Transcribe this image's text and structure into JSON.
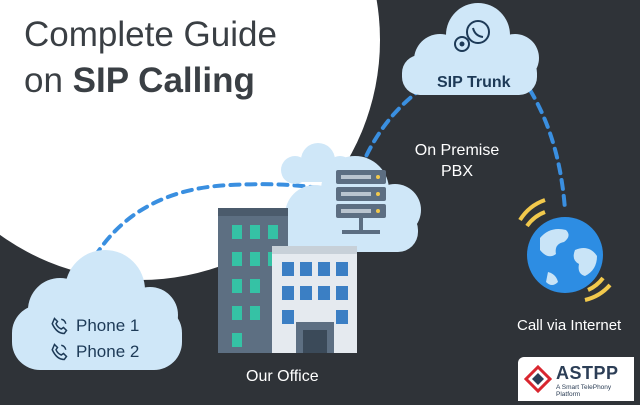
{
  "title": {
    "line1": "Complete Guide",
    "line2_prefix": "on ",
    "line2_bold": "SIP Calling"
  },
  "labels": {
    "sip_trunk": "SIP Trunk",
    "pbx_line1": "On Premise",
    "pbx_line2": "PBX",
    "office": "Our Office",
    "internet": "Call via Internet"
  },
  "phones": [
    "Phone 1",
    "Phone 2"
  ],
  "brand": {
    "name": "ASTPP",
    "tagline": "A Smart TelePhony Platform"
  },
  "colors": {
    "background": "#2f3338",
    "cloud": "#cfe7f8",
    "dash": "#3a8fe0",
    "title_bg": "#ffffff",
    "text_dark": "#1d3a57"
  }
}
